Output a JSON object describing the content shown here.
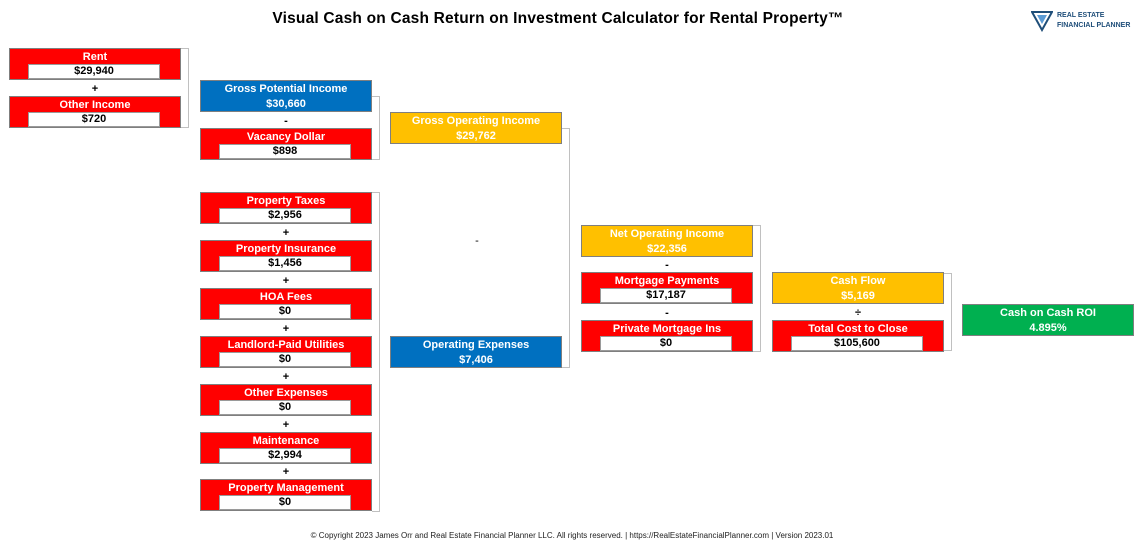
{
  "title": "Visual Cash on Cash Return on Investment Calculator for Rental Property™",
  "logo": {
    "line1": "REAL ESTATE",
    "line2": "FINANCIAL PLANNER",
    "color": "#1f4e79"
  },
  "colors": {
    "input": "#ff0000",
    "subtotal": "#0070c0",
    "intermediate": "#ffc000",
    "result": "#00b050"
  },
  "income": {
    "rent": {
      "label": "Rent",
      "value": "$29,940"
    },
    "op1": "+",
    "other_income": {
      "label": "Other Income",
      "value": "$720"
    }
  },
  "gross": {
    "potential": {
      "label": "Gross Potential Income",
      "value": "$30,660"
    },
    "op1": "-",
    "vacancy": {
      "label": "Vacancy Dollar",
      "value": "$898"
    },
    "operating": {
      "label": "Gross Operating Income",
      "value": "$29,762"
    }
  },
  "expenses": {
    "items": [
      {
        "label": "Property Taxes",
        "value": "$2,956"
      },
      {
        "label": "Property Insurance",
        "value": "$1,456"
      },
      {
        "label": "HOA Fees",
        "value": "$0"
      },
      {
        "label": "Landlord-Paid Utilities",
        "value": "$0"
      },
      {
        "label": "Other Expenses",
        "value": "$0"
      },
      {
        "label": "Maintenance",
        "value": "$2,994"
      },
      {
        "label": "Property Management",
        "value": "$0"
      }
    ],
    "ops": [
      "+",
      "+",
      "+",
      "+",
      "+",
      "+"
    ],
    "total": {
      "label": "Operating Expenses",
      "value": "$7,406"
    }
  },
  "noi_op": "-",
  "noi": {
    "net": {
      "label": "Net Operating Income",
      "value": "$22,356"
    },
    "op1": "-",
    "mortgage": {
      "label": "Mortgage Payments",
      "value": "$17,187"
    },
    "op2": "-",
    "pmi": {
      "label": "Private Mortgage Ins",
      "value": "$0"
    }
  },
  "cashflow": {
    "flow": {
      "label": "Cash Flow",
      "value": "$5,169"
    },
    "op": "÷",
    "cost": {
      "label": "Total Cost to Close",
      "value": "$105,600"
    }
  },
  "result": {
    "label": "Cash on Cash ROI",
    "value": "4.895%"
  },
  "footer": "© Copyright 2023 James Orr and Real Estate Financial Planner LLC. All rights reserved. | https://RealEstateFinancialPlanner.com | Version 2023.01"
}
